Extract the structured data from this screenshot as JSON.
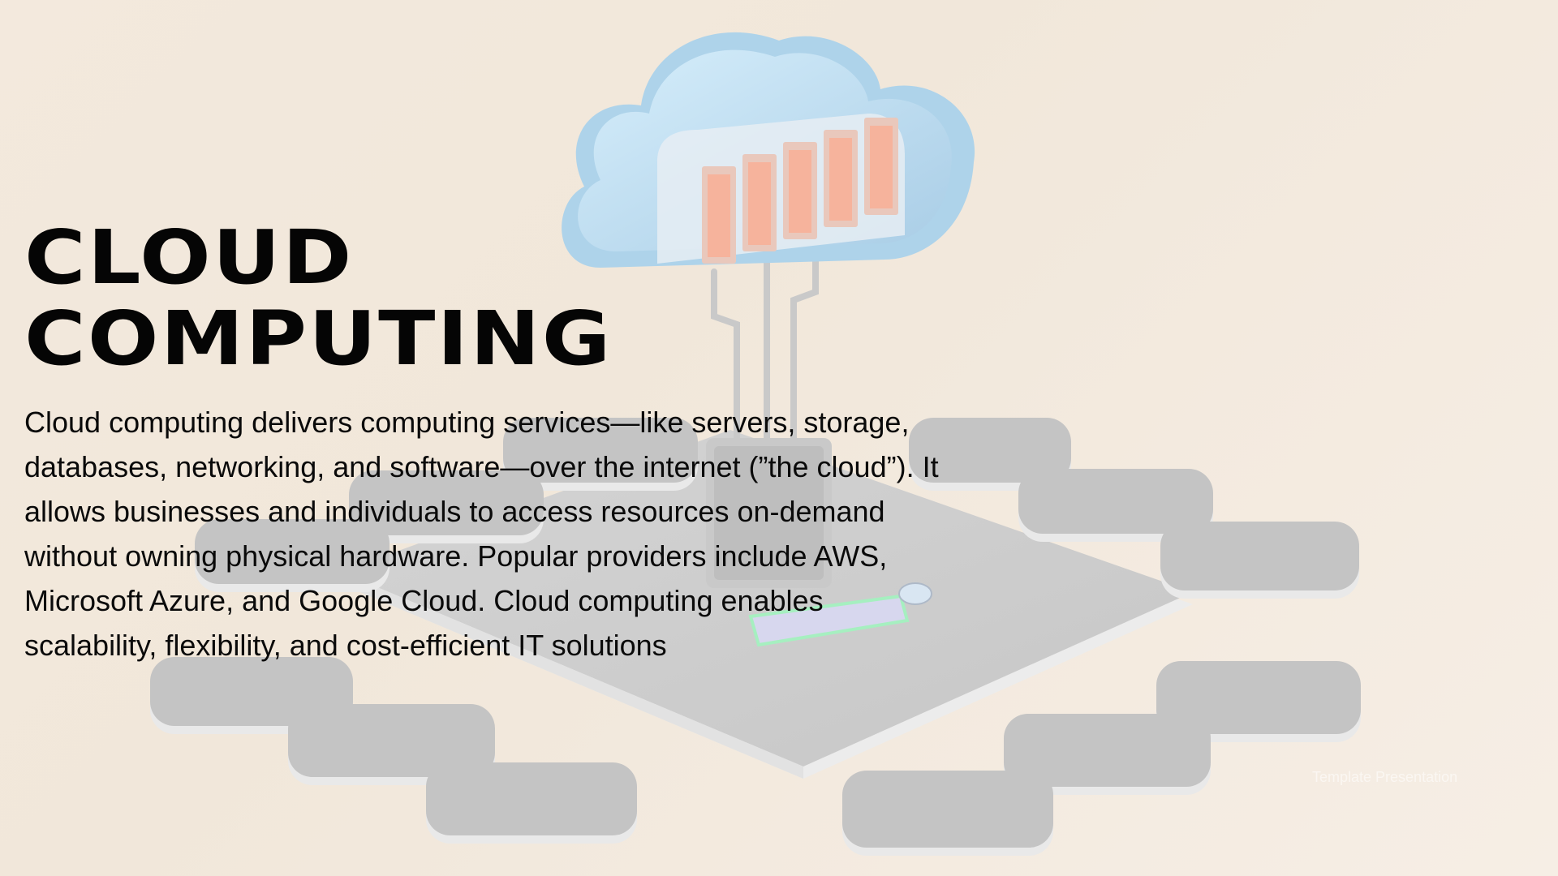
{
  "slide": {
    "title_line1": "CLOUD",
    "title_line2": "COMPUTING",
    "body": "Cloud computing delivers computing services—like servers, storage, databases, networking, and software—over the internet (”the cloud”). It allows businesses and individuals to access resources on-demand without owning physical hardware. Popular providers include AWS, Microsoft Azure, and Google Cloud. Cloud computing enables scalability, flexibility, and cost-efficient IT solutions",
    "watermark": "Template Presentation"
  },
  "illustration": {
    "name": "cloud-server-illustration",
    "colors": {
      "cloud": "#bfe0f2",
      "server": "#f3b9a6",
      "board": "#cfcfcf",
      "tile": "#c2c2c2",
      "accent_glow": "#9ef0b8"
    }
  }
}
